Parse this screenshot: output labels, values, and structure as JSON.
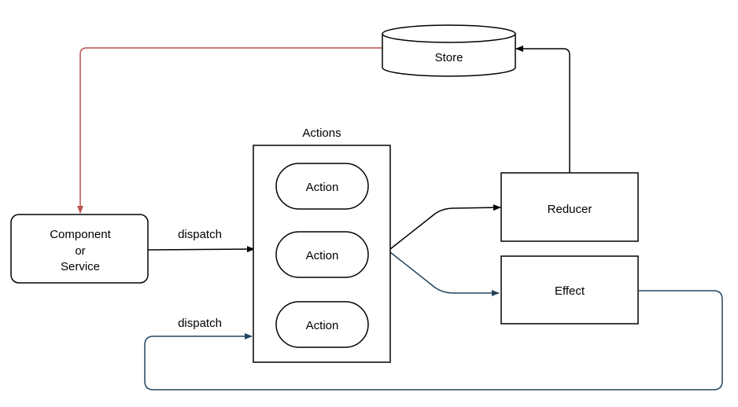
{
  "nodes": {
    "store": {
      "label": "Store"
    },
    "component": {
      "lines": [
        "Component",
        "or",
        "Service"
      ]
    },
    "actions_group": {
      "title": "Actions"
    },
    "actions": [
      {
        "label": "Action"
      },
      {
        "label": "Action"
      },
      {
        "label": "Action"
      }
    ],
    "reducer": {
      "label": "Reducer"
    },
    "effect": {
      "label": "Effect"
    }
  },
  "edges": {
    "dispatch_top": {
      "label": "dispatch"
    },
    "dispatch_bottom": {
      "label": "dispatch"
    }
  },
  "colors": {
    "stroke": "#000000",
    "store_to_component": "#b85450",
    "effect_flow": "#23445d",
    "background": "#ffffff"
  }
}
